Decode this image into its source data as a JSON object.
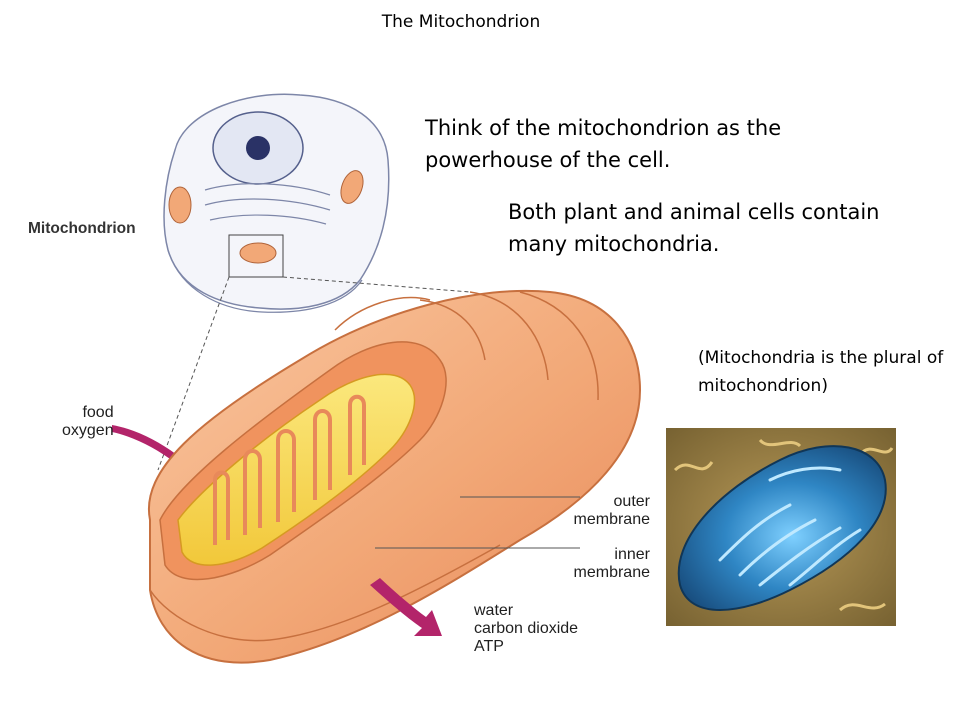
{
  "slide": {
    "title": "The Mitochondrion",
    "main_point": "Think of the mitochondrion as the powerhouse of the cell.",
    "secondary_point": "Both plant and animal cells contain many mitochondria.",
    "plural_note": "(Mitochondria is the plural of mitochondrion)"
  },
  "diagram": {
    "cell_label": "Mitochondrion",
    "inputs": [
      "food",
      "oxygen"
    ],
    "outer_membrane": [
      "outer",
      "membrane"
    ],
    "inner_membrane": [
      "inner",
      "membrane"
    ],
    "outputs": [
      "water",
      "carbon dioxide",
      "ATP"
    ]
  },
  "colors": {
    "outer_membrane": "#f2a877",
    "inner_membrane": "#f7d84a",
    "arrow": "#b3246a",
    "micrograph": "#2f86c4",
    "cell_outline": "#7d86a8"
  },
  "icons": {
    "cell_sketch": "animal-cell-icon",
    "mitochondrion_cutaway": "mitochondrion-icon",
    "micrograph_photo": "micrograph-icon"
  }
}
